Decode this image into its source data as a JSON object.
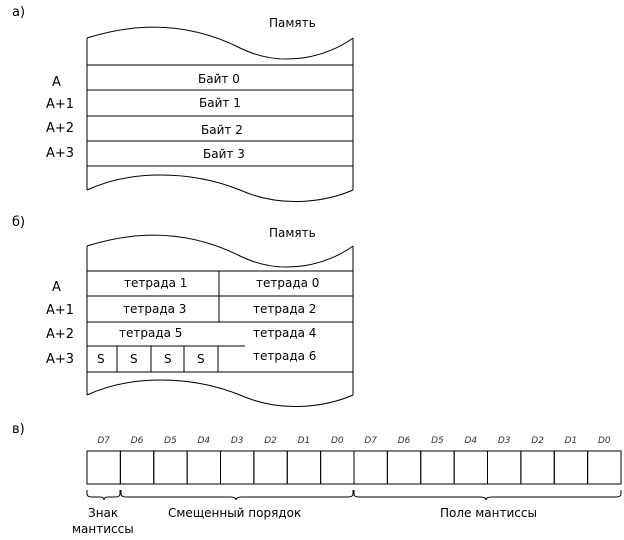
{
  "section_a": {
    "label": "а)",
    "title": "Память",
    "rows": [
      {
        "addr": "A",
        "text": "Байт  0"
      },
      {
        "addr": "A+1",
        "text": "Байт  1"
      },
      {
        "addr": "A+2",
        "text": "Байт  2"
      },
      {
        "addr": "A+3",
        "text": "Байт  3"
      }
    ]
  },
  "section_b": {
    "label": "б)",
    "title": "Память",
    "rows": [
      {
        "addr": "A",
        "left": "тетрада  1",
        "right": "тетрада  0"
      },
      {
        "addr": "A+1",
        "left": "тетрада  3",
        "right": "тетрада  2"
      },
      {
        "addr": "A+2",
        "left": "тетрада  5",
        "right": "тетрада  4"
      },
      {
        "addr": "A+3",
        "s": [
          "S",
          "S",
          "S",
          "S"
        ],
        "right": "тетрада  6"
      }
    ]
  },
  "section_c": {
    "label": "в)",
    "bit_labels": [
      "D7",
      "D6",
      "D5",
      "D4",
      "D3",
      "D2",
      "D1",
      "D0",
      "D7",
      "D6",
      "D5",
      "D4",
      "D3",
      "D2",
      "D1",
      "D0"
    ],
    "sign_label_line1": "Знак",
    "sign_label_line2": "мантиссы",
    "exponent_label": "Смещенный порядок",
    "mantissa_label": "Поле мантиссы"
  }
}
